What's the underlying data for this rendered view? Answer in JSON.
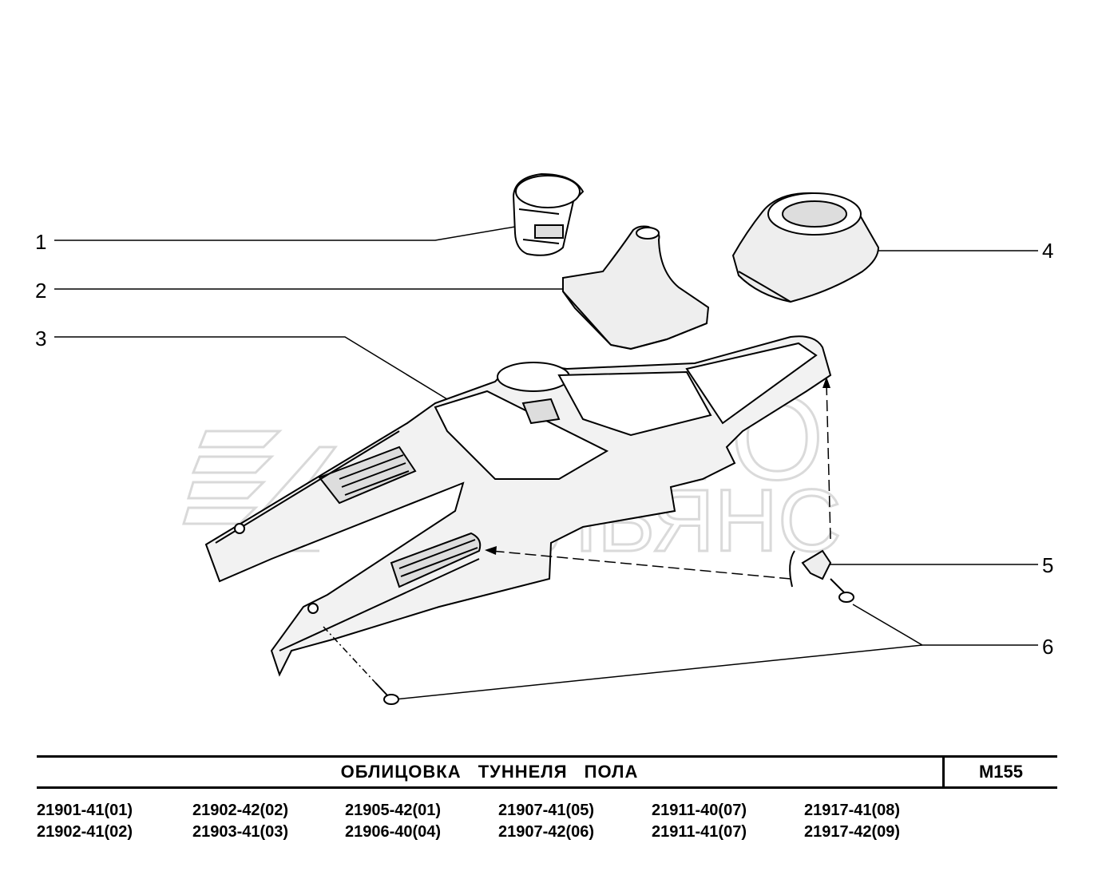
{
  "callouts": [
    "1",
    "2",
    "3",
    "4",
    "5",
    "6"
  ],
  "watermark": {
    "line1": "АВТО",
    "line2": "АЛЬЯНС"
  },
  "title": "ОБЛИЦОВКА ТУННЕЛЯ ПОЛА",
  "code": "М155",
  "models": [
    [
      "21901-41(01)",
      "21902-41(02)"
    ],
    [
      "21902-42(02)",
      "21903-41(03)"
    ],
    [
      "21905-42(01)",
      "21906-40(04)"
    ],
    [
      "21907-41(05)",
      "21907-42(06)"
    ],
    [
      "21911-40(07)",
      "21911-41(07)"
    ],
    [
      "21917-41(08)",
      "21917-42(09)"
    ]
  ]
}
